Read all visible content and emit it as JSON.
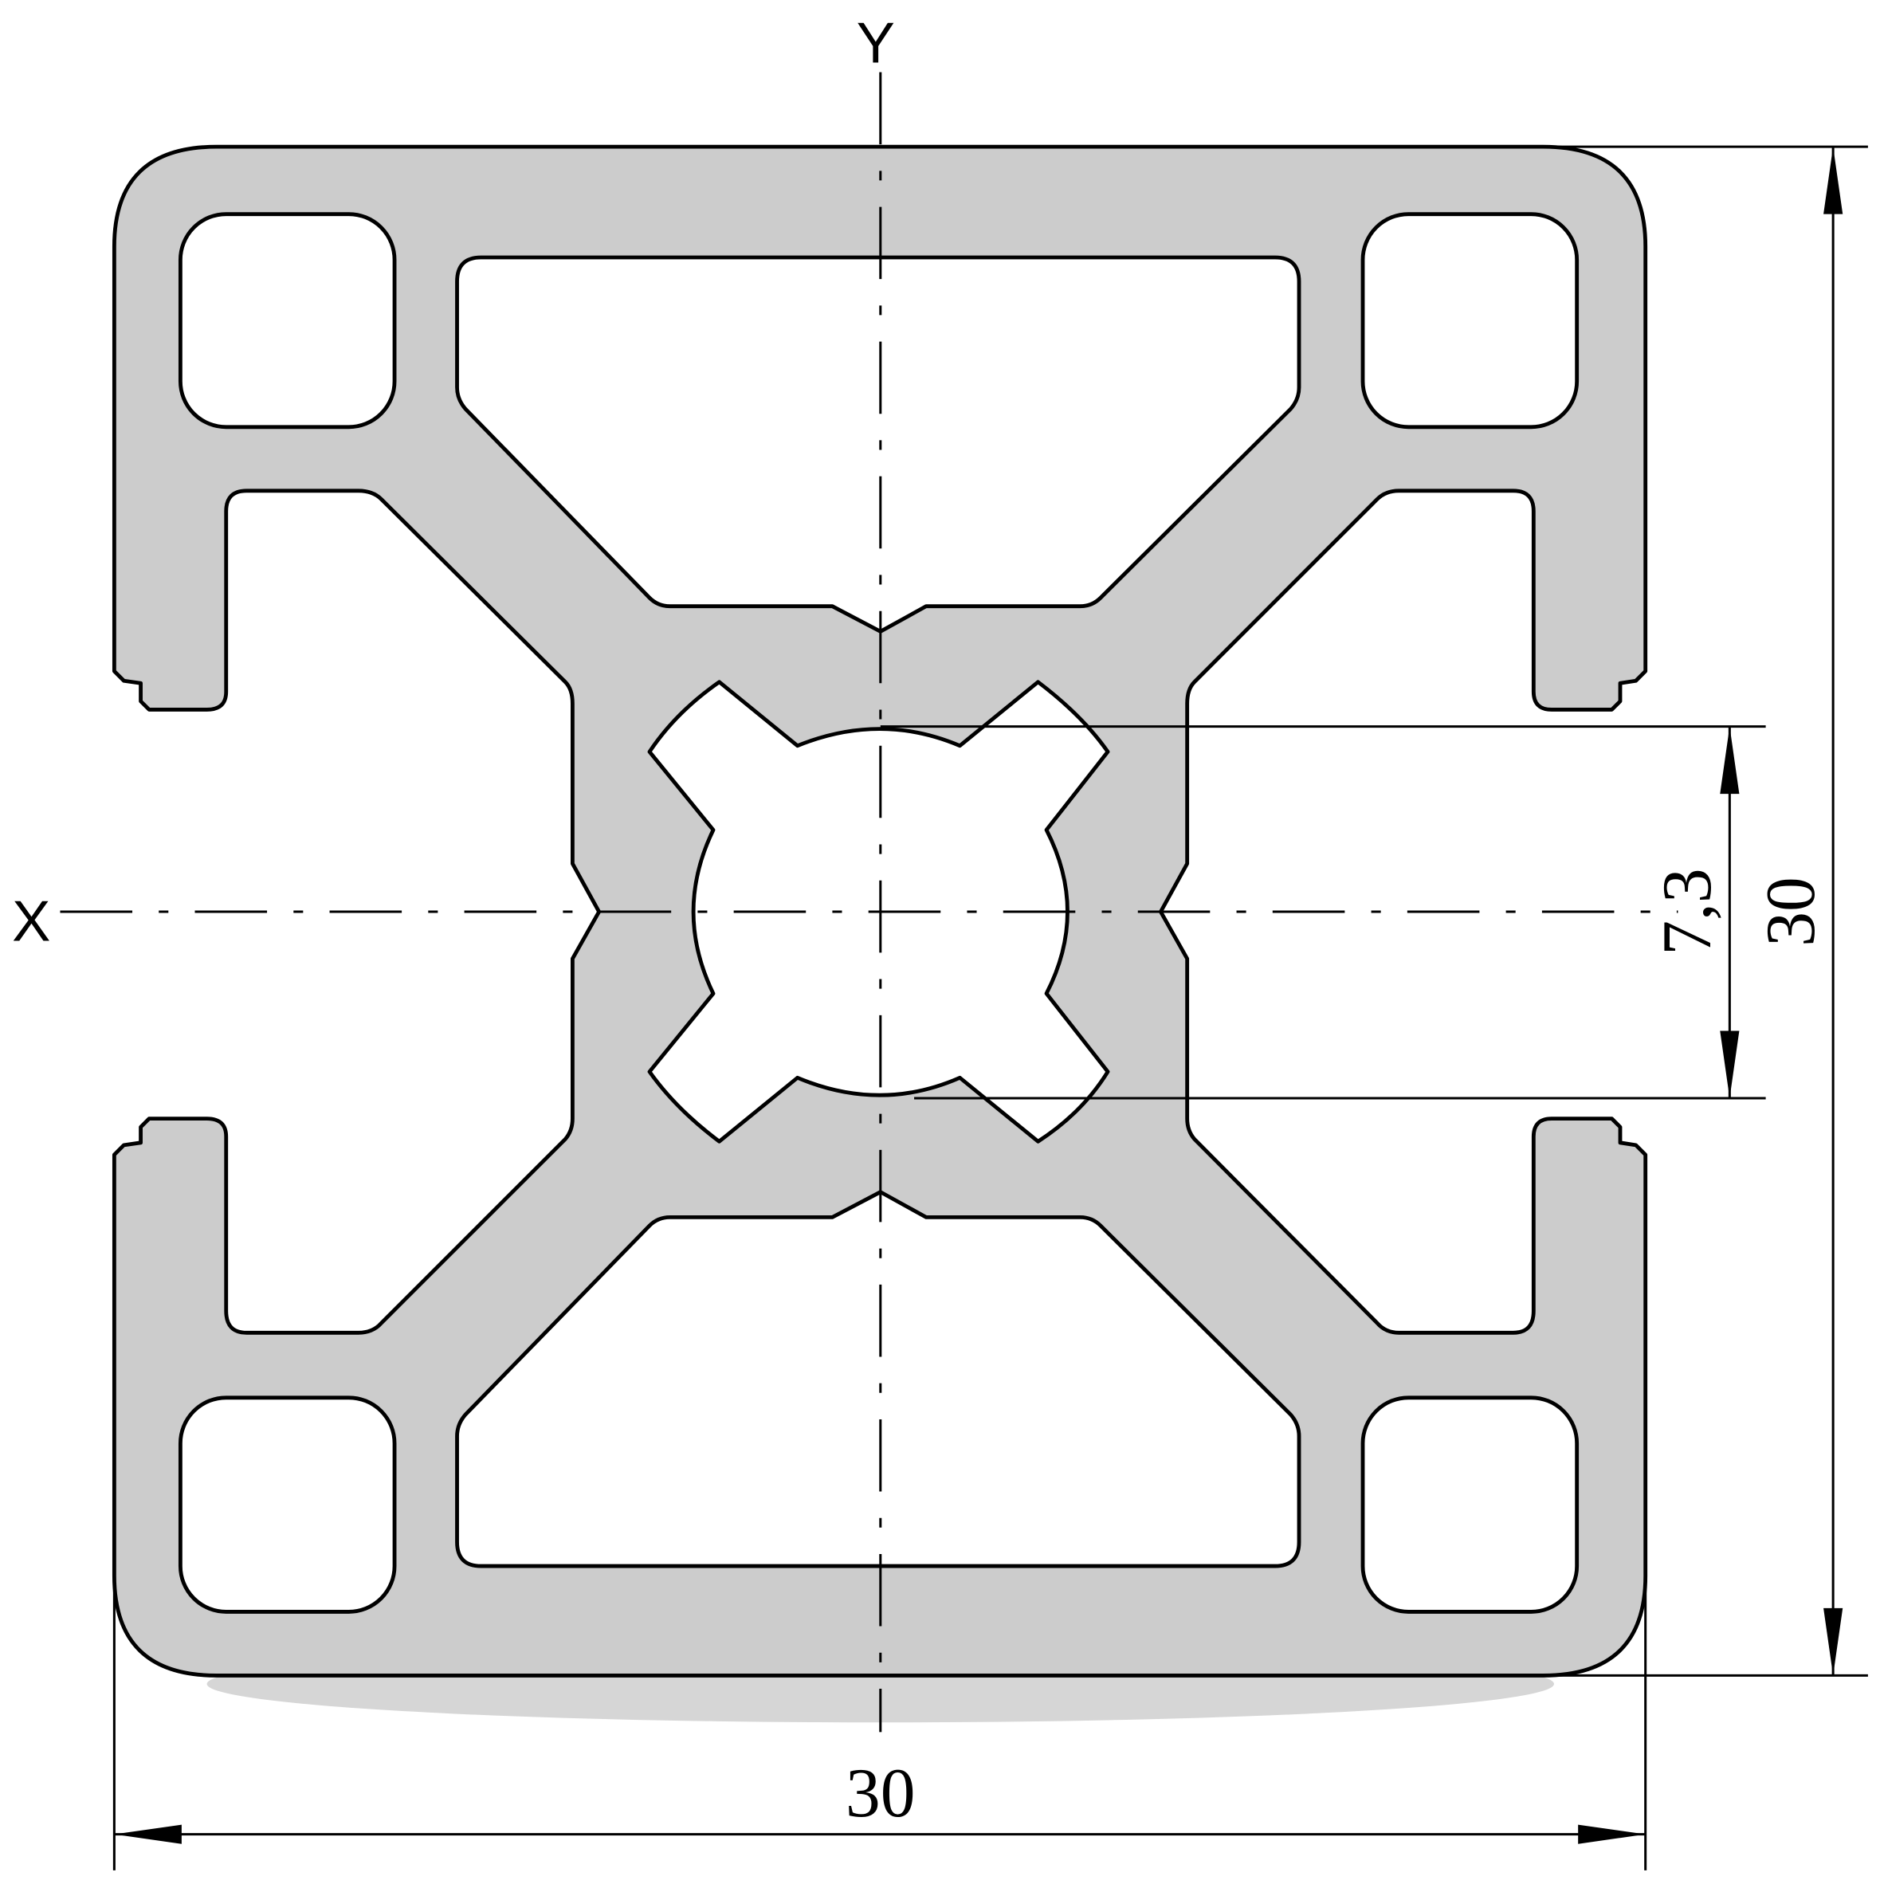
{
  "drawing": {
    "axis_x_label": "X",
    "axis_y_label": "Y",
    "dim_width": "30",
    "dim_height": "30",
    "dim_core": "7,3",
    "profile_fill": "#cccccc",
    "line_color": "#000000"
  }
}
